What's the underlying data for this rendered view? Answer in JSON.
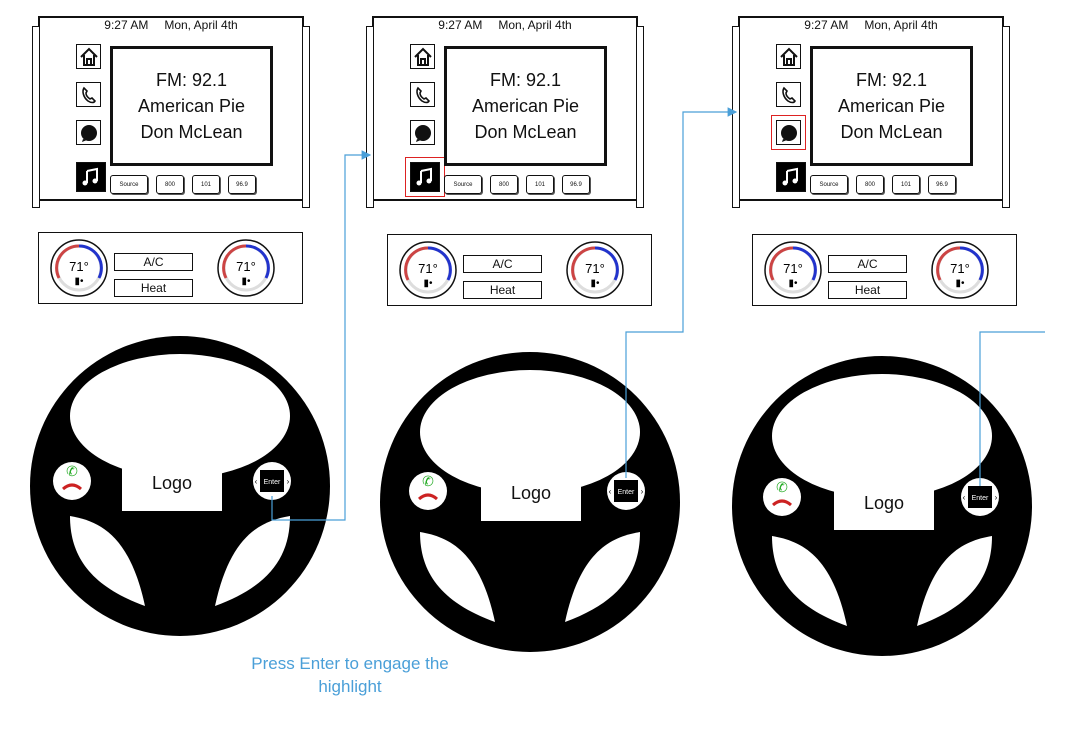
{
  "status": {
    "time": "9:27 AM",
    "date": "Mon, April 4th"
  },
  "radio": {
    "line1": "FM: 92.1",
    "line2": "American Pie",
    "line3": "Don McLean"
  },
  "presets": [
    "Source",
    "800",
    "101",
    "96.9"
  ],
  "climate": {
    "left_temp": "71°",
    "right_temp": "71°",
    "ac_label": "A/C",
    "heat_label": "Heat"
  },
  "wheel": {
    "logo": "Logo",
    "enter": "Enter"
  },
  "caption": {
    "line1": "Press Enter to engage the",
    "line2": "highlight"
  },
  "icons": [
    "home-icon",
    "phone-icon",
    "message-icon",
    "music-icon",
    "call-answer-icon",
    "call-end-icon"
  ],
  "colors": {
    "highlight": "#dd2222",
    "connector": "#4a9fd8",
    "knob_warm": "#c44",
    "knob_cool": "#2233cc"
  }
}
